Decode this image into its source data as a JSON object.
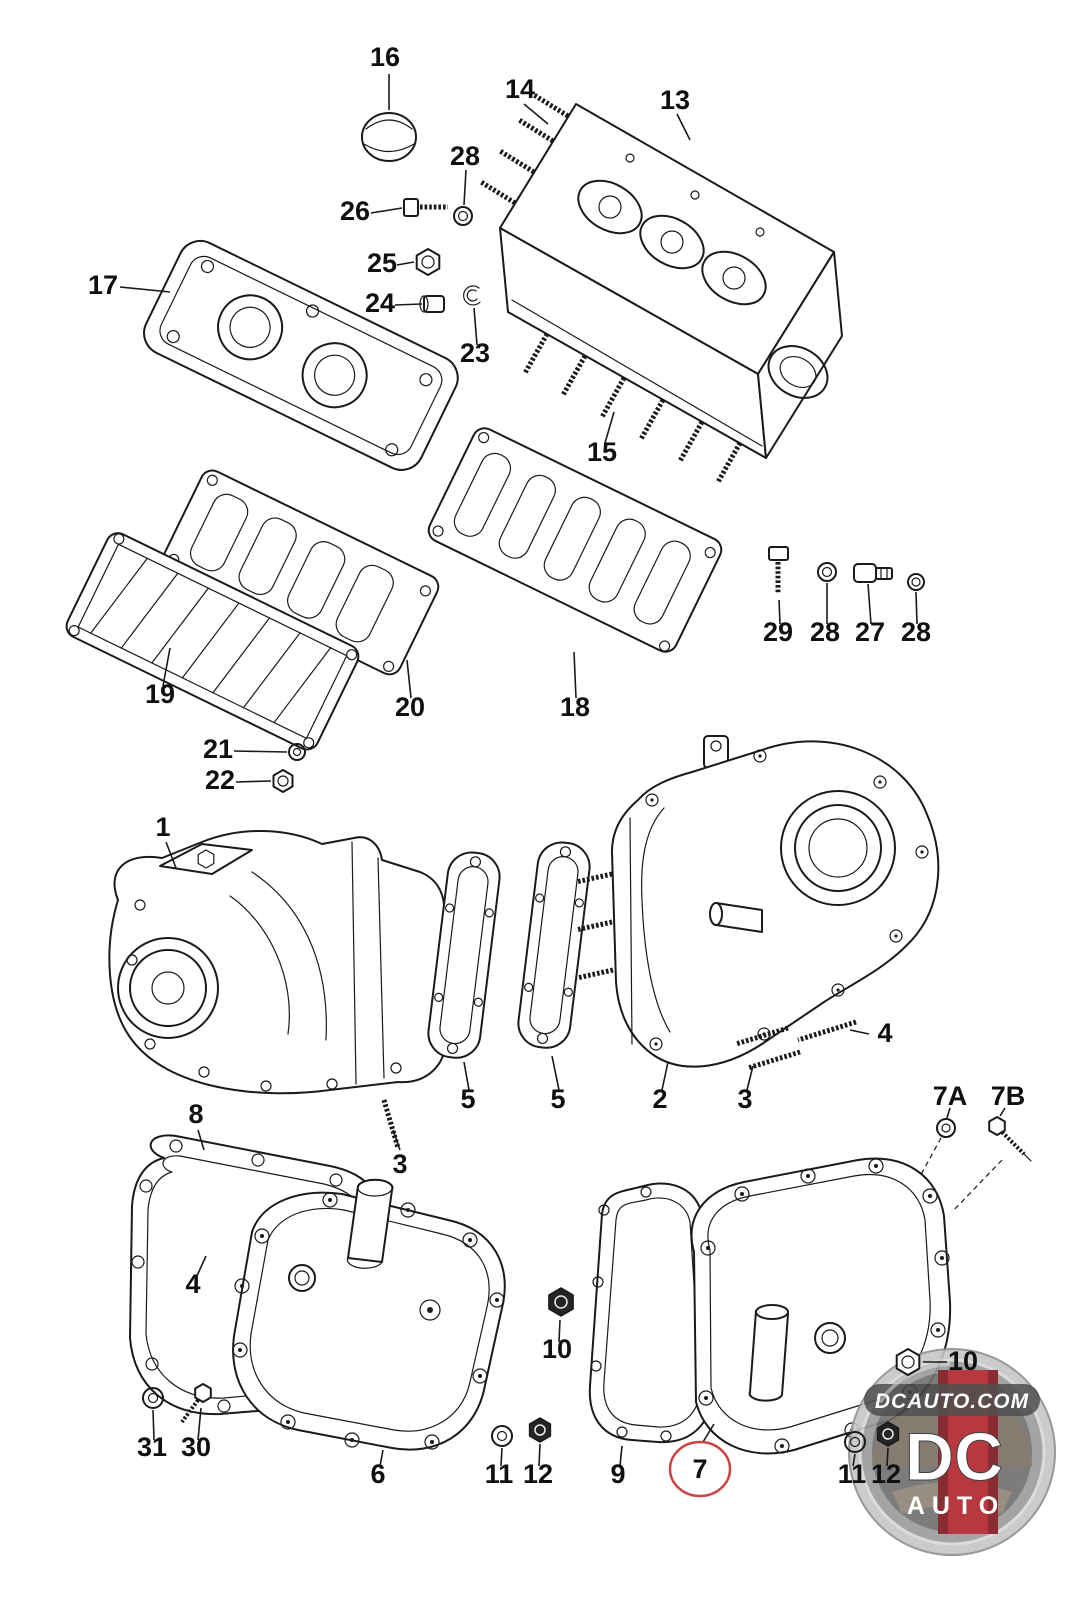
{
  "page": {
    "background": "#ffffff",
    "line_color": "#1a1a1a"
  },
  "callouts": [
    {
      "label": "16"
    },
    {
      "label": "14"
    },
    {
      "label": "13"
    },
    {
      "label": "28"
    },
    {
      "label": "26"
    },
    {
      "label": "25"
    },
    {
      "label": "24"
    },
    {
      "label": "23"
    },
    {
      "label": "17"
    },
    {
      "label": "15"
    },
    {
      "label": "29"
    },
    {
      "label": "28"
    },
    {
      "label": "27"
    },
    {
      "label": "28"
    },
    {
      "label": "19"
    },
    {
      "label": "20"
    },
    {
      "label": "18"
    },
    {
      "label": "21"
    },
    {
      "label": "22"
    },
    {
      "label": "1"
    },
    {
      "label": "4"
    },
    {
      "label": "5"
    },
    {
      "label": "5"
    },
    {
      "label": "2"
    },
    {
      "label": "3"
    },
    {
      "label": "7A"
    },
    {
      "label": "7B"
    },
    {
      "label": "8"
    },
    {
      "label": "3"
    },
    {
      "label": "4"
    },
    {
      "label": "10"
    },
    {
      "label": "10"
    },
    {
      "label": "31"
    },
    {
      "label": "30"
    },
    {
      "label": "6"
    },
    {
      "label": "11"
    },
    {
      "label": "12"
    },
    {
      "label": "9"
    },
    {
      "label": "7"
    },
    {
      "label": "11"
    },
    {
      "label": "12"
    }
  ],
  "highlight": {
    "part_label": "7",
    "color": "#cc4343"
  },
  "watermark": {
    "domain": "DCAUTO.COM",
    "brand_main": "DC",
    "brand_sub": "AUTO",
    "red": "#b0242b"
  }
}
